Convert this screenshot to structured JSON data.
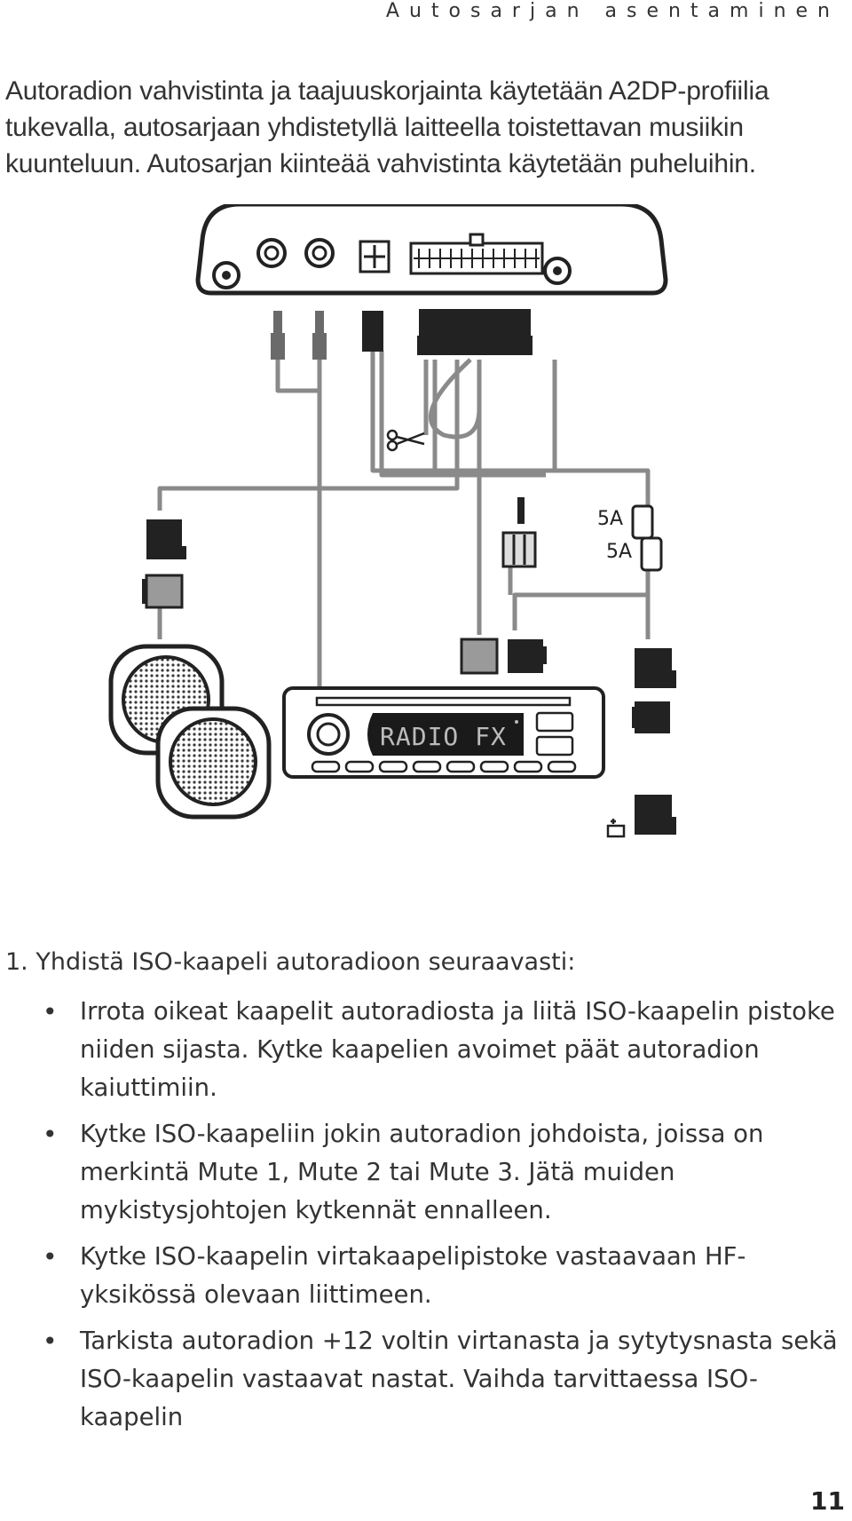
{
  "header": {
    "title": "Autosarjan asentaminen"
  },
  "intro": {
    "text": "Autoradion vahvistinta ja taajuuskorjainta käytetään A2DP-profiilia tukevalla, autosarjaan yhdistetyllä laitteella toistettavan musiikin kuunteluun. Autosarjan kiinteää vahvistinta käytetään puheluihin."
  },
  "diagram": {
    "radio_display": "RADIO FX",
    "fuse_top": "5A",
    "fuse_bottom": "5A"
  },
  "steps": [
    {
      "text": "1. Yhdistä ISO-kaapeli autoradioon seuraavasti:",
      "bullets": [
        "Irrota oikeat kaapelit autoradiosta ja liitä ISO-kaapelin pistoke niiden sijasta. Kytke kaapelien avoimet päät autoradion kaiuttimiin.",
        "Kytke ISO-kaapeliin jokin autoradion johdoista, joissa on merkintä Mute 1, Mute 2 tai Mute 3. Jätä muiden mykistysjohtojen kytkennät ennalleen.",
        "Kytke ISO-kaapelin virtakaapelipistoke vastaavaan HF-yksikössä olevaan liittimeen.",
        "Tarkista autoradion +12 voltin virtanasta ja sytytysnasta sekä ISO-kaapelin vastaavat nastat. Vaihda tarvittaessa ISO-kaapelin"
      ]
    }
  ],
  "page_number": "11"
}
